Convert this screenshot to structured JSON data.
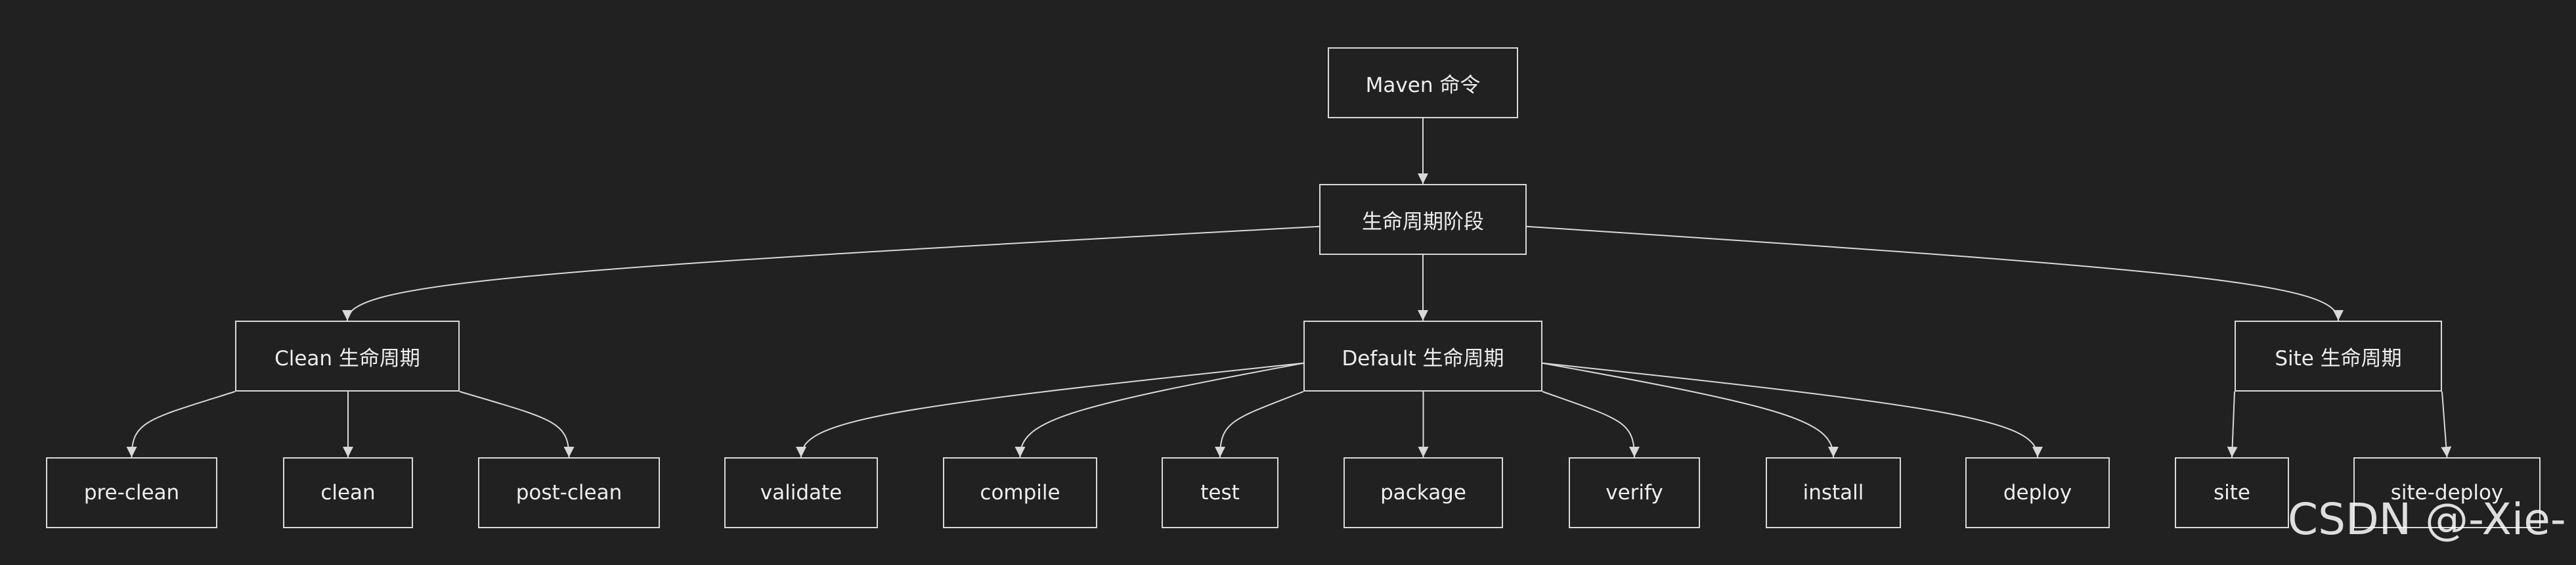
{
  "diagram": {
    "root": "Maven 命令",
    "phase": "生命周期阶段",
    "lifecycles": {
      "clean": "Clean 生命周期",
      "default": "Default 生命周期",
      "site": "Site 生命周期"
    },
    "clean_phases": [
      "pre-clean",
      "clean",
      "post-clean"
    ],
    "default_phases": [
      "validate",
      "compile",
      "test",
      "package",
      "verify",
      "install",
      "deploy"
    ],
    "site_phases": [
      "site",
      "site-deploy"
    ],
    "edges": [
      [
        "root",
        "phase"
      ],
      [
        "phase",
        "clean"
      ],
      [
        "phase",
        "default"
      ],
      [
        "phase",
        "site"
      ],
      [
        "clean",
        "pre-clean"
      ],
      [
        "clean",
        "clean-phase"
      ],
      [
        "clean",
        "post-clean"
      ],
      [
        "default",
        "validate"
      ],
      [
        "default",
        "compile"
      ],
      [
        "default",
        "test"
      ],
      [
        "default",
        "package"
      ],
      [
        "default",
        "verify"
      ],
      [
        "default",
        "install"
      ],
      [
        "default",
        "deploy"
      ],
      [
        "site",
        "site-phase"
      ],
      [
        "site",
        "site-deploy"
      ]
    ]
  },
  "colors": {
    "background": "#212121",
    "stroke": "#d9d9d9",
    "text": "#eeeeee"
  },
  "watermark": "CSDN @-Xie-"
}
